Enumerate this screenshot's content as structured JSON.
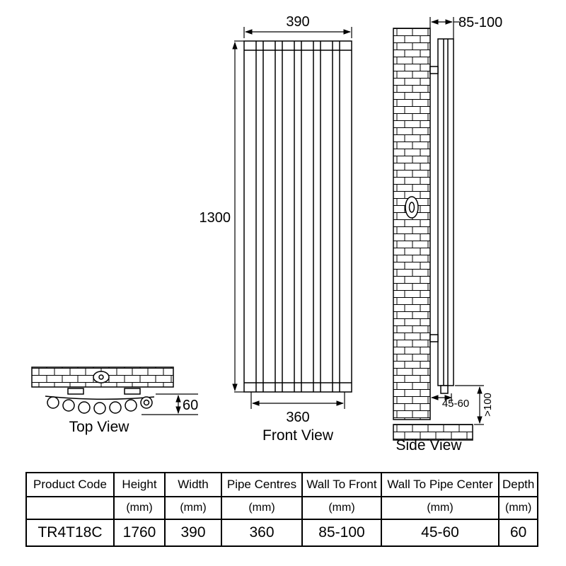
{
  "colors": {
    "ink": "#000000",
    "background": "#ffffff"
  },
  "diagram": {
    "front": {
      "label": "Front View",
      "width": "390",
      "height": "1300",
      "pipe_centres": "360"
    },
    "side": {
      "label": "Side View",
      "wall_to_front": "85-100",
      "wall_to_pipe": "45-60",
      "floor_clearance": ">100"
    },
    "top": {
      "label": "Top View",
      "depth": "60"
    }
  },
  "table": {
    "headers": [
      "Product Code",
      "Height",
      "Width",
      "Pipe Centres",
      "Wall To Front",
      "Wall To Pipe Center",
      "Depth"
    ],
    "units_row": [
      "",
      "(mm)",
      "(mm)",
      "(mm)",
      "(mm)",
      "(mm)",
      "(mm)"
    ],
    "values_row": [
      "TR4T18C",
      "1760",
      "390",
      "360",
      "85-100",
      "45-60",
      "60"
    ]
  }
}
